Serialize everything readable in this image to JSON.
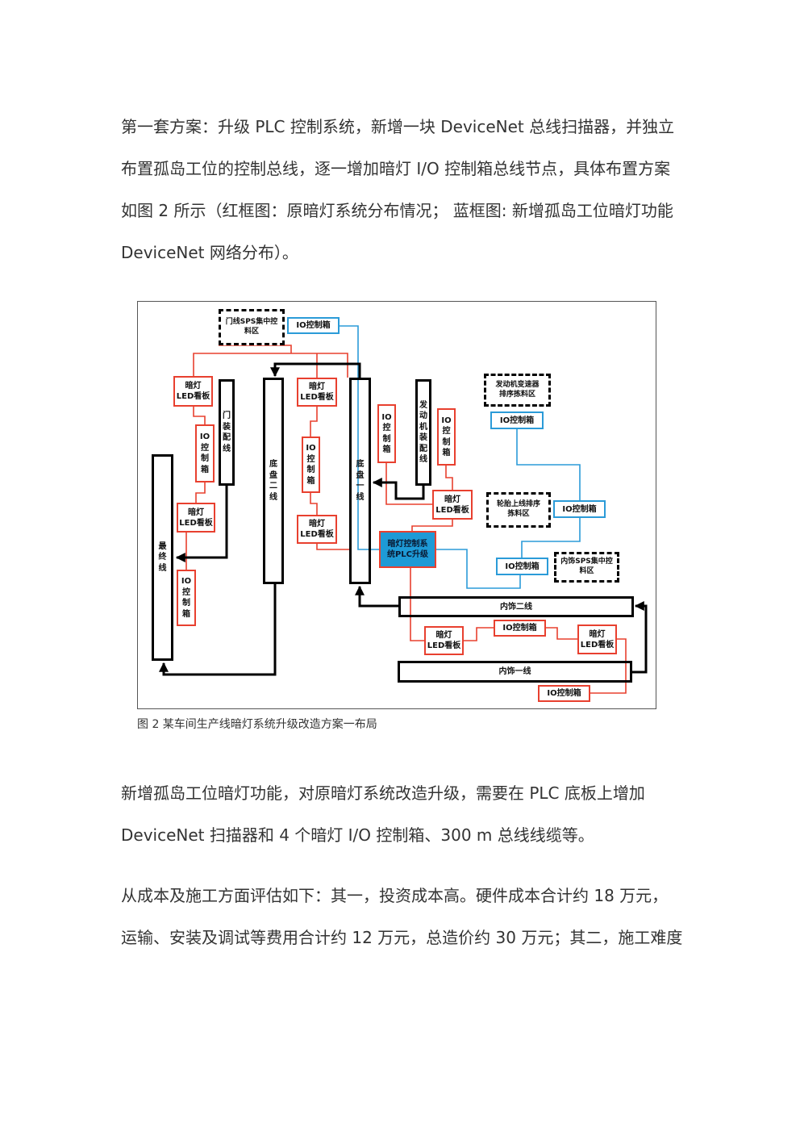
{
  "paragraphs": [
    {
      "lines": [
        "第一套方案：升级 PLC 控制系统，新增一块 DeviceNet 总线扫描器，并独立",
        "布置孤岛工位的控制总线，逐一增加暗灯 I/O 控制箱总线节点，具体布置方案",
        "如图 2 所示（红框图：原暗灯系统分布情况； 蓝框图: 新增孤岛工位暗灯功能",
        "DeviceNet 网络分布）。"
      ]
    },
    {
      "lines": [
        "新增孤岛工位暗灯功能，对原暗灯系统改造升级，需要在 PLC 底板上增加",
        "DeviceNet 扫描器和 4 个暗灯 I/O 控制箱、300 m 总线线缆等。"
      ]
    },
    {
      "lines": [
        "从成本及施工方面评估如下：其一，投资成本高。硬件成本合计约 18 万元，",
        "运输、安装及调试等费用合计约 12 万元，总造价约 30 万元；其二，施工难度"
      ]
    }
  ],
  "figure": {
    "caption": "图 2 某车间生产线暗灯系统升级改造方案一布局",
    "nodes": {
      "door_sps_area": "门线SPS集中控\n料区",
      "io_box_door_sps": "IO控制箱",
      "led_board_door": "暗灯\nLED看板",
      "door_line": "门装配线",
      "io_box_door": "IO控制箱",
      "led_board_final": "暗灯\nLED看板",
      "final_line": "最终线",
      "io_box_final": "IO控制箱",
      "chassis_line_2": "底盘二线",
      "led_board_chassis2_top": "暗灯\nLED看板",
      "io_box_chassis2": "IO控制箱",
      "led_board_chassis2_bottom": "暗灯\nLED看板",
      "chassis_line_1": "底盘一线",
      "io_box_chassis1": "IO控制箱",
      "engine_line": "发动机装配线",
      "io_box_engine": "IO控制箱",
      "led_board_engine": "暗灯\nLED看板",
      "plc_upgrade": "暗灯控制系\n统PLC升级",
      "engine_transmission_area": "发动机变速器\n排序拣料区",
      "io_box_engine_area": "IO控制箱",
      "tire_area": "轮胎上线排序\n拣料区",
      "io_box_tire": "IO控制箱",
      "io_box_trim_sps": "IO控制箱",
      "trim_sps_area": "内饰SPS集中控\n料区",
      "trim_line_2": "内饰二线",
      "io_box_trim2": "IO控制箱",
      "led_board_trim_left": "暗灯\nLED看板",
      "led_board_trim_right": "暗灯\nLED看板",
      "trim_line_1": "内饰一线",
      "io_box_trim1": "IO控制箱"
    }
  },
  "colors": {
    "text": "#333333",
    "red_frame": "#e8402f",
    "blue_frame": "#2b9bd8",
    "plc_fill": "#1e9ad6",
    "line": "#000000"
  }
}
